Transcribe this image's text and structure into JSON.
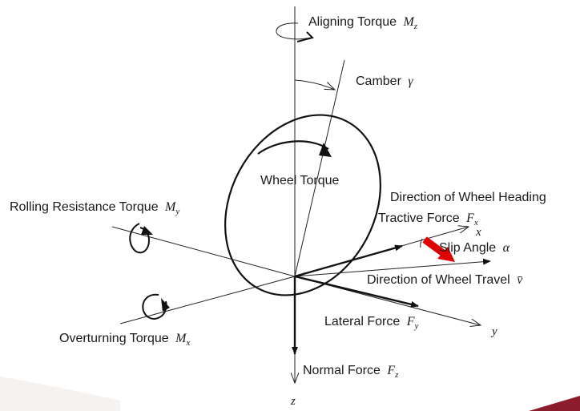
{
  "labels": {
    "aligning_torque": "Aligning Torque",
    "aligning_torque_symbol": "M",
    "aligning_torque_sub": "z",
    "camber": "Camber",
    "camber_symbol": "γ",
    "wheel_torque": "Wheel Torque",
    "rolling_resistance": "Rolling Resistance Torque",
    "rolling_resistance_symbol": "M",
    "rolling_resistance_sub": "y",
    "wheel_heading": "Direction of Wheel Heading",
    "tractive_force": "Tractive Force",
    "tractive_force_symbol": "F",
    "tractive_force_sub": "x",
    "slip_angle": "Slip Angle",
    "slip_angle_symbol": "α",
    "wheel_travel": "Direction of Wheel Travel",
    "wheel_travel_symbol": "v̄",
    "lateral_force": "Lateral Force",
    "lateral_force_symbol": "F",
    "lateral_force_sub": "y",
    "overturning_torque": "Overturning Torque",
    "overturning_torque_symbol": "M",
    "overturning_torque_sub": "x",
    "normal_force": "Normal Force",
    "normal_force_symbol": "F",
    "normal_force_sub": "z"
  },
  "axes": {
    "x": "x",
    "y": "y",
    "z": "z"
  },
  "colors": {
    "highlight_arrow": "#e00000",
    "footer_accent": "#8a1c2c",
    "ink": "#111111"
  }
}
